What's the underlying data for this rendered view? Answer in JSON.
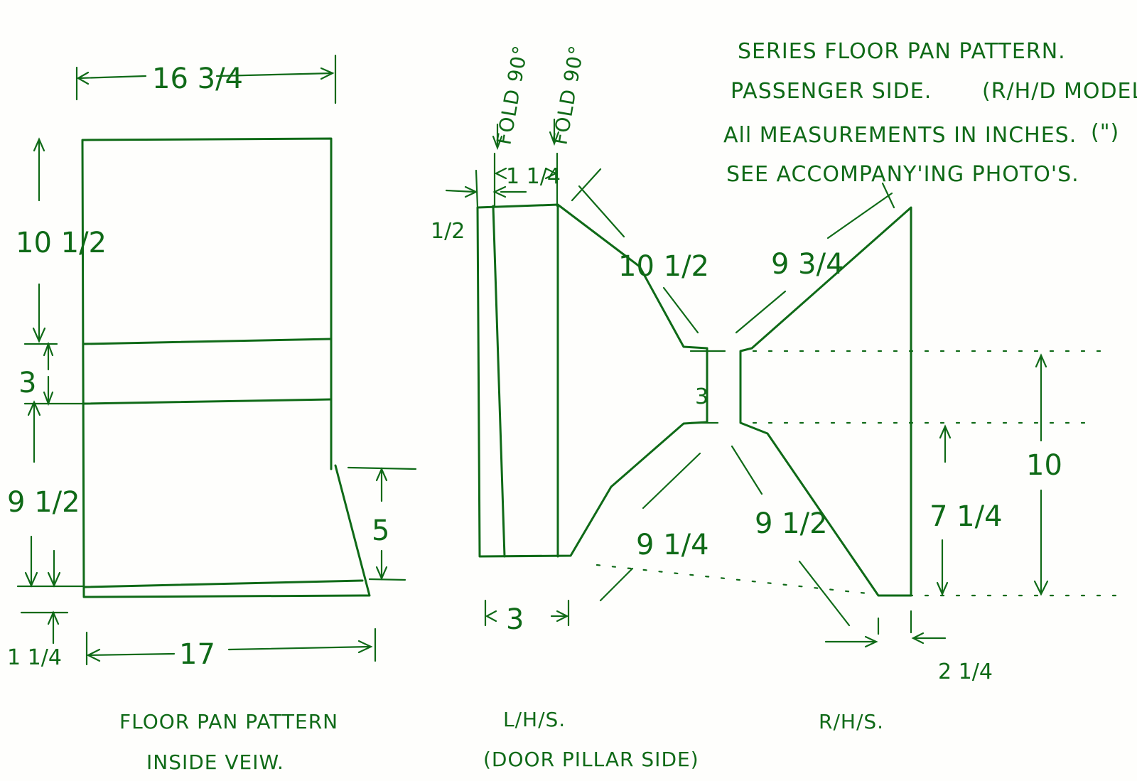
{
  "ink_color": "#0f6a17",
  "title": {
    "line1": "SERIES FLOOR PAN PATTERN.",
    "line2": "PASSENGER SIDE.",
    "model": "(R/H/D MODEL)",
    "line3": "All MEASUREMENTS IN INCHES.",
    "unit": "(\")",
    "line4": "SEE ACCOMPANY'ING PHOTO'S."
  },
  "floor_pan": {
    "caption_line1": "FLOOR PAN PATTERN",
    "caption_line2": "INSIDE VEIW.",
    "dims": {
      "top_width": "16 3/4",
      "bottom_width": "17",
      "h_top": "10 1/2",
      "h_mid": "3",
      "h_low": "9 1/2",
      "h_bottom": "1 1/4",
      "h_right_step": "5"
    }
  },
  "side_pattern": {
    "fold_label_1": "FOLD 90°",
    "fold_label_2": "FOLD 90°",
    "lhs_caption": "L/H/S.",
    "lhs_sub": "(DOOR PILLAR SIDE)",
    "rhs_caption": "R/H/S.",
    "dims": {
      "fold_edge": "1/2",
      "fold_gap": "1 1/4",
      "upper_left_diag": "10 1/2",
      "upper_right_diag": "9 3/4",
      "center_height": "3",
      "lower_left_diag": "9 1/4",
      "lower_right_diag": "9 1/2",
      "right_height_low": "7 1/4",
      "right_height_total": "10",
      "bottom_left_width": "3",
      "bottom_right_width": "2 1/4"
    }
  }
}
